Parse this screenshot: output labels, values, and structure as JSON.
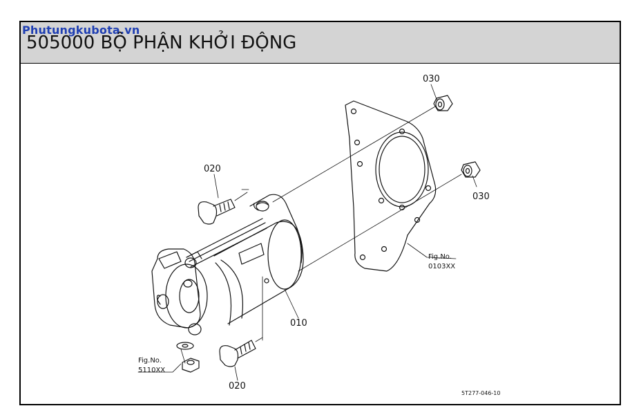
{
  "header": {
    "watermark": "Phutungkubota.vn",
    "title": "505000 BỘ PHẬN KHỞI ĐỘNG"
  },
  "callouts": {
    "washer_top": "030",
    "washer_right": "030",
    "bolt_top": "020",
    "bolt_bottom": "020",
    "starter": "010",
    "fig_bracket_line1": "Fig.No.",
    "fig_bracket_line2": "0103XX",
    "fig_nut_line1": "Fig.No.",
    "fig_nut_line2": "5110XX",
    "drawing_code": "5T277-046-10"
  },
  "colors": {
    "header_bg": "#d4d4d4",
    "watermark": "#1f3fb3",
    "line": "#111111"
  }
}
